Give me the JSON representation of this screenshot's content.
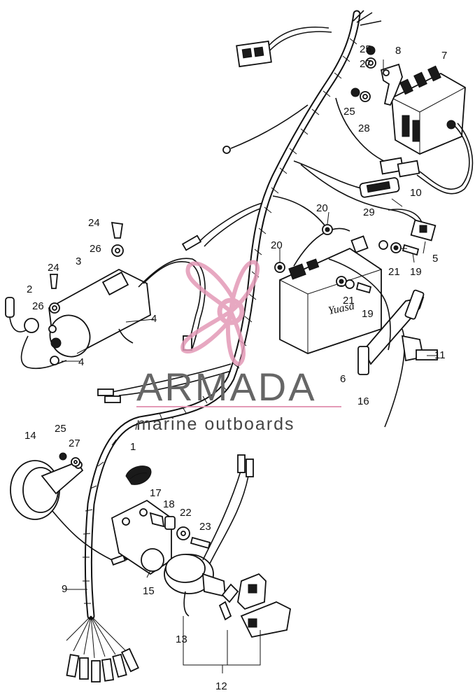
{
  "watermark": {
    "title": "ARMADA",
    "subtitle": "marine outboards",
    "title_color": "#666666",
    "subtitle_color": "#444444",
    "logo_color": "#e39ab7",
    "rule_color": "#e39ab7"
  },
  "callouts": [
    {
      "text": "1"
    },
    {
      "text": "2"
    },
    {
      "text": "3"
    },
    {
      "text": "4"
    },
    {
      "text": "4"
    },
    {
      "text": "5"
    },
    {
      "text": "6"
    },
    {
      "text": "7"
    },
    {
      "text": "8"
    },
    {
      "text": "9"
    },
    {
      "text": "10"
    },
    {
      "text": "11"
    },
    {
      "text": "12"
    },
    {
      "text": "13"
    },
    {
      "text": "14"
    },
    {
      "text": "15"
    },
    {
      "text": "16"
    },
    {
      "text": "17"
    },
    {
      "text": "18"
    },
    {
      "text": "19"
    },
    {
      "text": "19"
    },
    {
      "text": "20"
    },
    {
      "text": "20"
    },
    {
      "text": "21"
    },
    {
      "text": "21"
    },
    {
      "text": "22"
    },
    {
      "text": "23"
    },
    {
      "text": "24"
    },
    {
      "text": "24"
    },
    {
      "text": "25"
    },
    {
      "text": "25"
    },
    {
      "text": "25"
    },
    {
      "text": "26"
    },
    {
      "text": "26"
    },
    {
      "text": "27"
    },
    {
      "text": "27"
    },
    {
      "text": "28"
    },
    {
      "text": "29"
    }
  ]
}
